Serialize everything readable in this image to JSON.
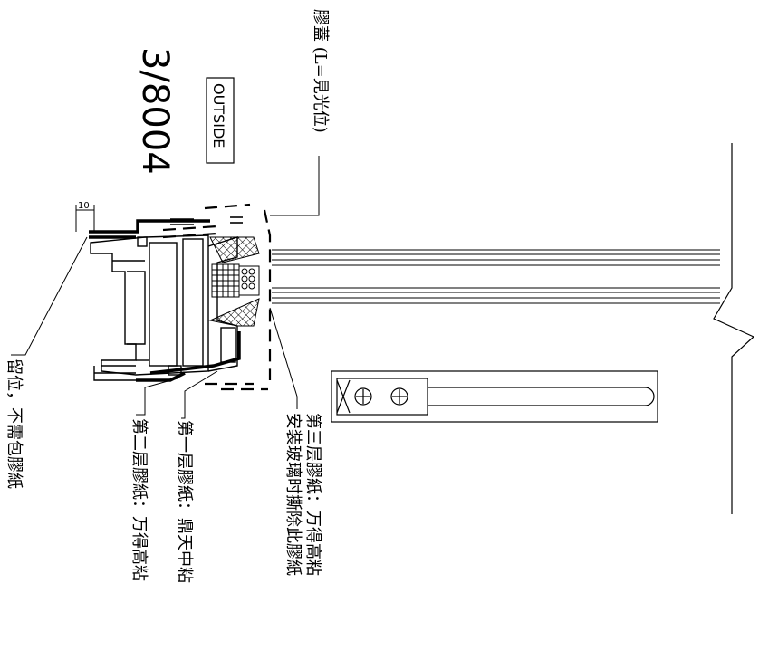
{
  "labels": {
    "glue_cap": "膠蓋 (L=見光位)",
    "drawing_number": "3/8004",
    "outside_tag": "OUTSIDE",
    "dim_10": "10",
    "reserve": "留位，不需包膠紙",
    "layer1": "第一层膠紙：鼎天中粘",
    "layer2": "第二层膠紙：万得高粘",
    "layer3_line1": "第三层膠紙：万得高粘",
    "layer3_line2": "安装玻璃时撕除此膠紙"
  }
}
